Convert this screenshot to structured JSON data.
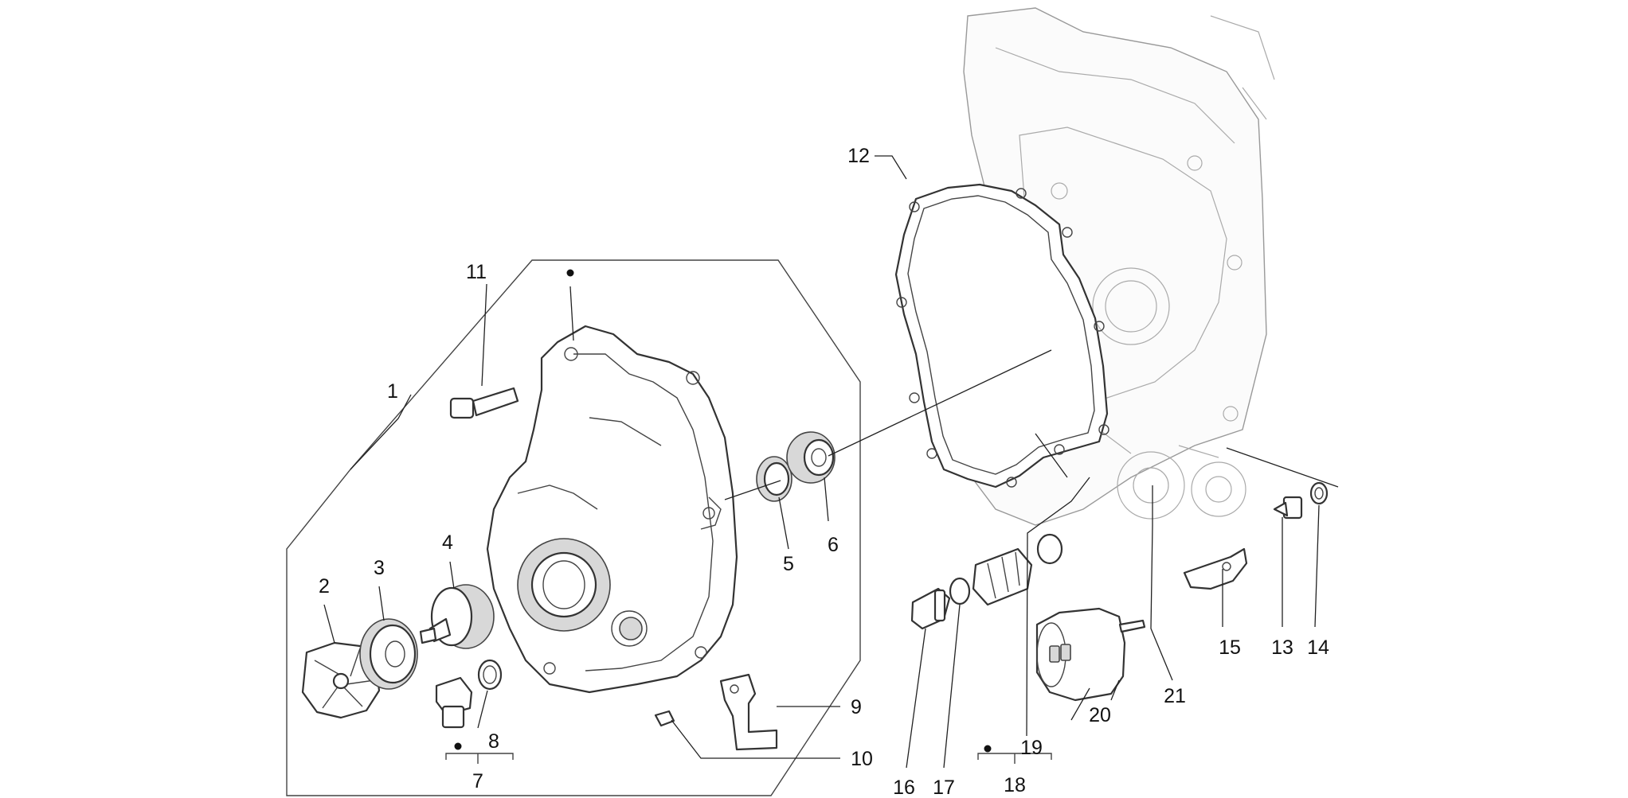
{
  "callouts": [
    {
      "id": "1",
      "label": "1"
    },
    {
      "id": "2",
      "label": "2"
    },
    {
      "id": "3",
      "label": "3"
    },
    {
      "id": "4",
      "label": "4"
    },
    {
      "id": "5",
      "label": "5"
    },
    {
      "id": "6",
      "label": "6"
    },
    {
      "id": "7",
      "label": "7"
    },
    {
      "id": "8",
      "label": "8"
    },
    {
      "id": "9",
      "label": "9"
    },
    {
      "id": "10",
      "label": "10"
    },
    {
      "id": "11",
      "label": "11"
    },
    {
      "id": "12",
      "label": "12"
    },
    {
      "id": "13",
      "label": "13"
    },
    {
      "id": "14",
      "label": "14"
    },
    {
      "id": "15",
      "label": "15"
    },
    {
      "id": "16",
      "label": "16"
    },
    {
      "id": "17",
      "label": "17"
    },
    {
      "id": "18",
      "label": "18"
    },
    {
      "id": "19",
      "label": "19"
    },
    {
      "id": "20",
      "label": "20"
    },
    {
      "id": "21",
      "label": "21"
    }
  ],
  "colors": {
    "ink": "#111111",
    "line": "#333333",
    "background": "#ffffff",
    "shade": "#d8d8d8"
  }
}
